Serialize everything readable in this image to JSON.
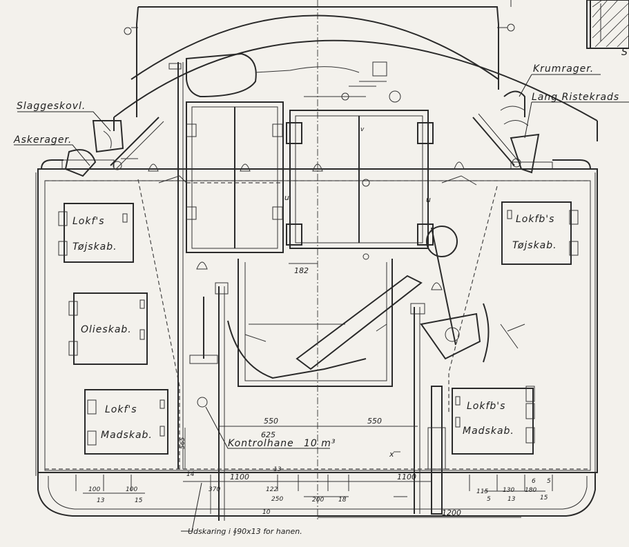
{
  "labels": {
    "slaggeskovl": "Slaggeskovl.",
    "askerager": "Askerager.",
    "krumrager": "Krumrager.",
    "lang_ristekrads": "Lang Ristekrads",
    "lokfs_tojskab_1": "Lokf's",
    "lokfs_tojskab_2": "Tøjskab.",
    "lokfbs_tojskab_1": "Lokfb's",
    "lokfbs_tojskab_2": "Tøjskab.",
    "olieskab": "Olieskab.",
    "lokfs_madskab_1": "Lokf's",
    "lokfs_madskab_2": "Madskab.",
    "lokfbs_madskab_1": "Lokfb's",
    "lokfbs_madskab_2": "Madskab.",
    "kontrolhane": "Kontrolhane",
    "kontrolhane_value": "10 m³",
    "udskaring": "Udskaring i ∮90x13 for hanen.",
    "corner_s": "S",
    "mark_u1": "u",
    "mark_u2": "u",
    "mark_v": "v",
    "mark_x": "x"
  },
  "dimensions": {
    "d182": "182",
    "d550_left": "550",
    "d550_right": "550",
    "d625": "625",
    "d565": "565",
    "d1100_left": "1100",
    "d1100_right": "1100",
    "d1200": "1200",
    "d100_a": "100",
    "d100_b": "100",
    "d13_a": "13",
    "d15_a": "15",
    "d370": "370",
    "d13_b": "13",
    "d122": "122",
    "d250": "250",
    "d200": "200",
    "d18": "18",
    "d10": "10",
    "d115": "115",
    "d130": "130",
    "d180": "180",
    "d13_c": "13",
    "d15_b": "15",
    "d5": "5",
    "d6": "6",
    "d14": "14",
    "d5b": "5"
  }
}
